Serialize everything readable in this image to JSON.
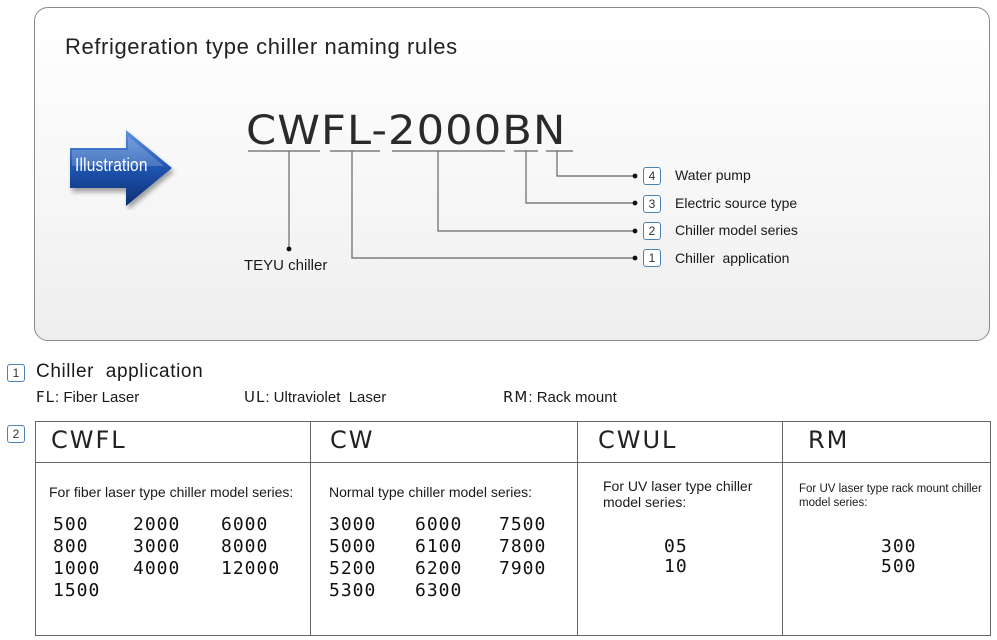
{
  "header": {
    "title": "Refrigeration type chiller naming rules"
  },
  "illustration": {
    "label": "Illustration",
    "accent": "#1a4fa0"
  },
  "model": {
    "code": "CWFL-2000BN"
  },
  "legend": [
    {
      "num": "4",
      "label": "Water pump"
    },
    {
      "num": "3",
      "label": "Electric source type"
    },
    {
      "num": "2",
      "label": "Chiller model series"
    },
    {
      "num": "1",
      "label": "Chiller  application"
    }
  ],
  "brand_note": "TEYU chiller",
  "application": {
    "num": "1",
    "title": "Chiller  application",
    "items": [
      {
        "code": "FL",
        "text": ": Fiber Laser"
      },
      {
        "code": "UL",
        "text": ": Ultraviolet  Laser"
      },
      {
        "code": "RM",
        "text": ": Rack mount"
      }
    ]
  },
  "series": {
    "num": "2",
    "columns": [
      {
        "header": "CWFL",
        "desc": "For fiber laser type chiller model series:",
        "values": [
          "500",
          "2000",
          "6000",
          "800",
          "3000",
          "8000",
          "1000",
          "4000",
          "12000",
          "1500"
        ]
      },
      {
        "header": "CW",
        "desc": "Normal type chiller model series:",
        "values": [
          "3000",
          "6000",
          "7500",
          "5000",
          "6100",
          "7800",
          "5200",
          "6200",
          "7900",
          "5300",
          "6300"
        ]
      },
      {
        "header": "CWUL",
        "desc": "For UV laser type chiller model series:",
        "values": [
          "05",
          "10"
        ]
      },
      {
        "header": "RM",
        "desc": "For UV laser type rack mount chiller model series:",
        "values": [
          "300",
          "500"
        ]
      }
    ]
  }
}
